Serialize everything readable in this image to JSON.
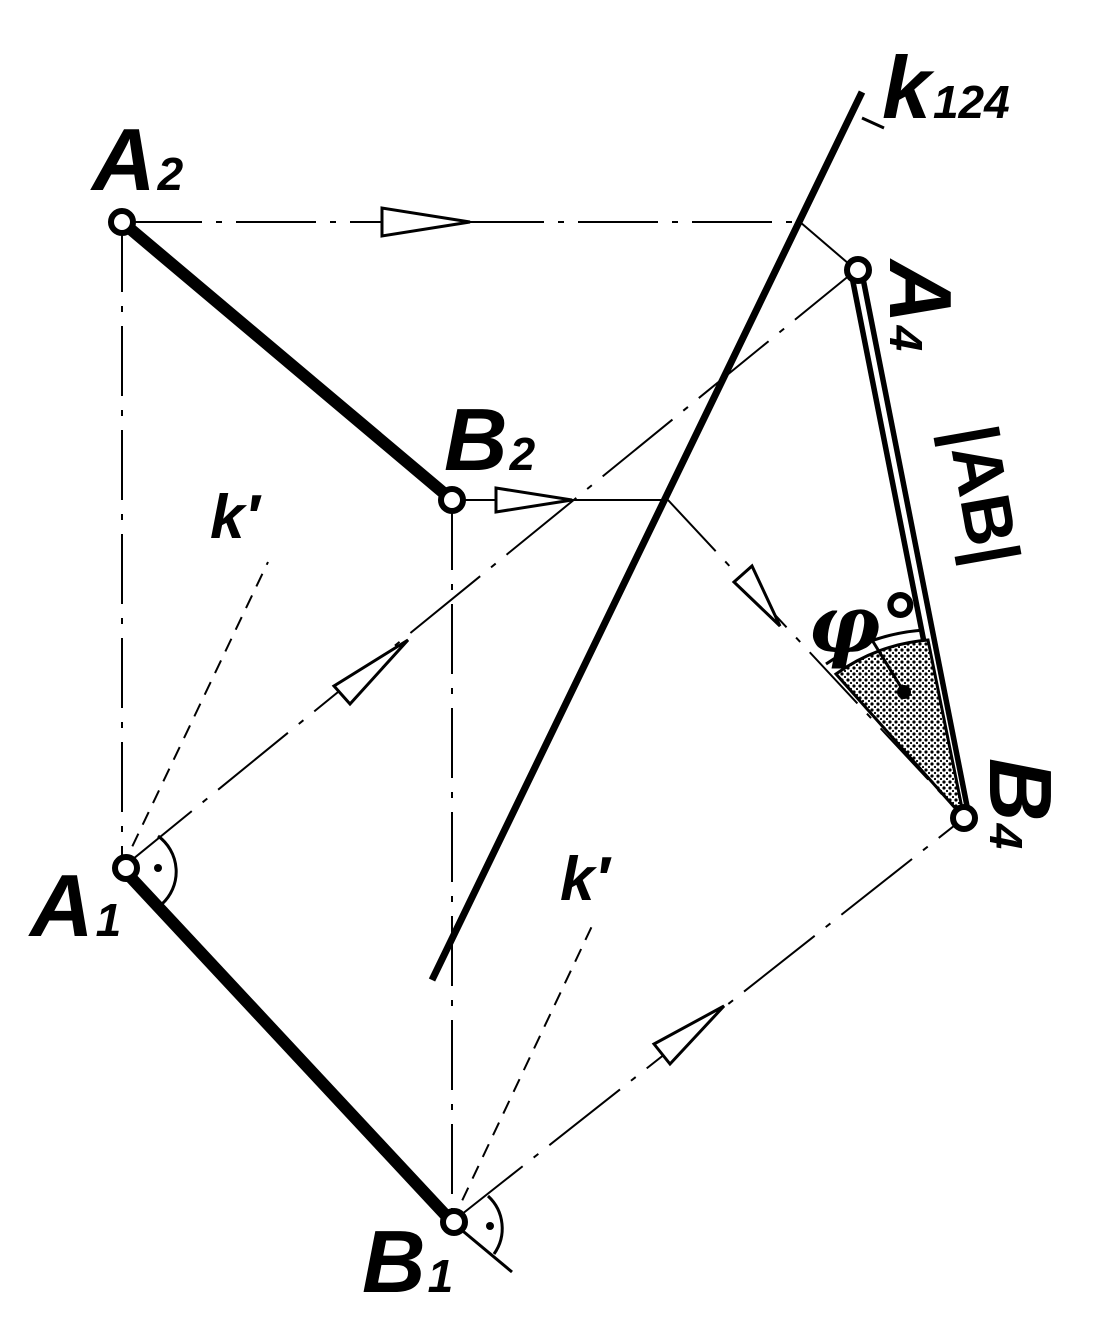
{
  "points": {
    "A2": {
      "base": "A",
      "sub": "2"
    },
    "B2": {
      "base": "B",
      "sub": "2"
    },
    "A1": {
      "base": "A",
      "sub": "1"
    },
    "B1": {
      "base": "B",
      "sub": "1"
    },
    "A4": {
      "base": "A",
      "sub": "4"
    },
    "B4": {
      "base": "B",
      "sub": "4"
    }
  },
  "axis": {
    "base": "k",
    "sub": "124"
  },
  "k_prime_1": "k′",
  "k_prime_2": "k′",
  "true_length": "|AB|",
  "angle": "φ°",
  "colors": {
    "ink": "#000000",
    "shade": "#6b6b6b"
  }
}
